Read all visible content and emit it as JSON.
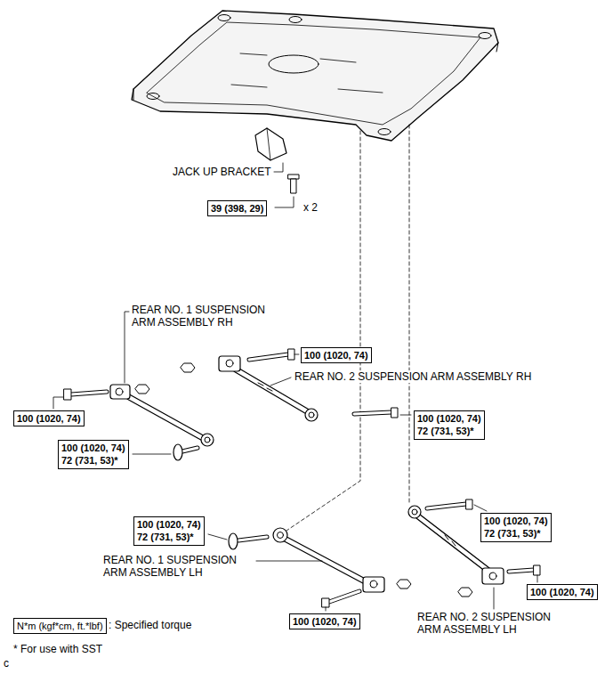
{
  "diagram": {
    "nodes": [
      {
        "text": [
          "39 (398, 29)"
        ]
      },
      {
        "text": [
          "100 (1020, 74)"
        ]
      },
      {
        "text": [
          "100 (1020, 74)"
        ]
      },
      {
        "text": [
          "100 (1020, 74)",
          "72 (731, 53)*"
        ]
      },
      {
        "text": [
          "100 (1020, 74)",
          "72 (731, 53)*"
        ]
      },
      {
        "text": [
          "100 (1020, 74)",
          "72 (731, 53)*"
        ]
      },
      {
        "text": [
          "100 (1020, 74)",
          "72 (731, 53)*"
        ]
      },
      {
        "text": [
          "100 (1020, 74)"
        ]
      },
      {
        "text": [
          "100 (1020, 74)"
        ]
      },
      {
        "text": [
          "N*m (kgf*cm, ft.*lbf)"
        ]
      }
    ],
    "labels": [
      "JACK UP BRACKET",
      "x 2",
      "REAR NO. 1 SUSPENSION ARM ASSEMBLY RH",
      "REAR NO. 2 SUSPENSION ARM ASSEMBLY RH",
      "REAR NO. 1 SUSPENSION ARM ASSEMBLY LH",
      "REAR NO. 2 SUSPENSION ARM ASSEMBLY LH",
      ": Specified torque",
      "* For use with SST",
      "c"
    ]
  }
}
